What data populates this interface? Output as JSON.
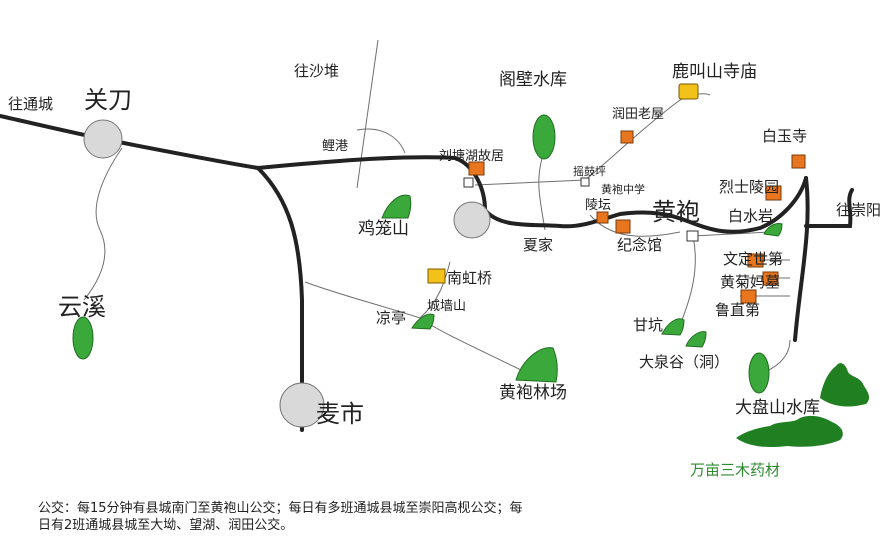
{
  "map": {
    "towns": {
      "guandao": "关刀",
      "yunxi": "云溪",
      "maishi": "麦市",
      "huangpao": "黄袍"
    },
    "directions": {
      "to_tongcheng": "往通城",
      "to_shadui": "往沙堆",
      "to_chongyang": "往崇阳"
    },
    "places": {
      "gebi_reservoir": "阁壁水库",
      "luming_temple": "鹿叫山寺庙",
      "runtian_house": "润田老屋",
      "baiyu_temple": "白玉寺",
      "ligang": "鲤港",
      "liutanghu": "刘塘湖故居",
      "yaogu": "摇鼓坪",
      "huangpao_school": "黄袍中学",
      "lingtan": "陵坛",
      "jinian": "纪念馆",
      "lieshi": "烈士陵园",
      "baishuiyan": "白水岩",
      "jilongshan": "鸡笼山",
      "xiajia": "夏家",
      "nanhong": "南虹桥",
      "chengqiang": "城墙山",
      "liangting": "凉亭",
      "wendingdi": "文定世第",
      "huangjumu": "黄菊妈墓",
      "luzhidi": "鲁直第",
      "gankeng": "甘坑",
      "daquangu": "大泉谷（洞）",
      "linchang": "黄袍林场",
      "dapanshan": "大盘山水库",
      "wanmu": "万亩三木药材"
    },
    "note": "公交：每15分钟有县城南门至黄袍山公交；每日有多班通城县城至崇阳高枧公交；每日有2班通城县城至大坳、望湖、润田公交。",
    "colors": {
      "road": "#222222",
      "path": "#6f6f6f",
      "town": "#d9d9d9",
      "orange": "#e8761f",
      "yellow": "#f2c21b",
      "green": "#3aa83a",
      "forest": "#207f20"
    }
  }
}
